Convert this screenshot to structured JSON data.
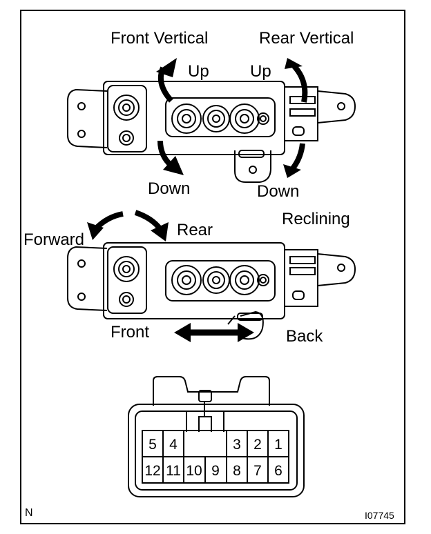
{
  "labels": {
    "front_vertical": "Front Vertical",
    "rear_vertical": "Rear Vertical",
    "up_front": "Up",
    "up_rear": "Up",
    "down_front": "Down",
    "down_rear": "Down",
    "forward": "Forward",
    "rear": "Rear",
    "reclining": "Reclining",
    "front": "Front",
    "back": "Back"
  },
  "connector": {
    "top_row": [
      "5",
      "4",
      "",
      "",
      "3",
      "2",
      "1"
    ],
    "bottom_row": [
      "12",
      "11",
      "10",
      "9",
      "8",
      "7",
      "6"
    ]
  },
  "footer": {
    "corner_letter": "N",
    "figure_code": "I07745"
  }
}
